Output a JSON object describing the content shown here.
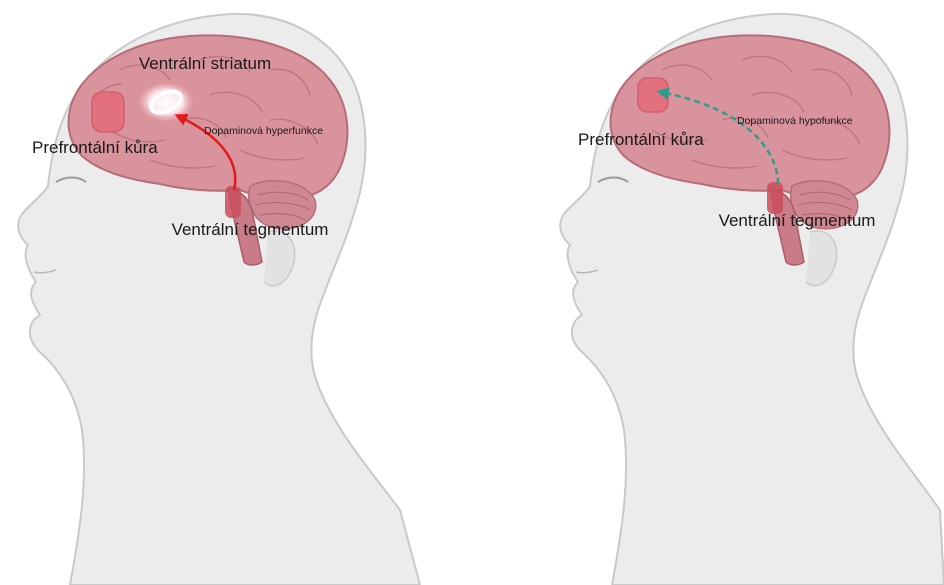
{
  "panels": [
    {
      "id": "hyperfunction",
      "labels": {
        "striatum": "Ventrální striatum",
        "prefrontal": "Prefrontální kůra",
        "tegmentum": "Ventrální tegmentum",
        "pathway": "Dopaminová hyperfunkce"
      },
      "arrow_color": "#e11b1b",
      "arrow_style": "solid"
    },
    {
      "id": "hypofunction",
      "labels": {
        "prefrontal": "Prefrontální kůra",
        "tegmentum": "Ventrální tegmentum",
        "pathway": "Dopaminová hypofunkce"
      },
      "arrow_color": "#2a9d8f",
      "arrow_style": "dashed"
    }
  ],
  "colors": {
    "skin": "#ececec",
    "skin_outline": "#c9c9c9",
    "brain": "#d9939c",
    "brain_dark": "#b56d78",
    "region_highlight": "#e46b78",
    "striatum_glow": "#fbe9ec"
  }
}
